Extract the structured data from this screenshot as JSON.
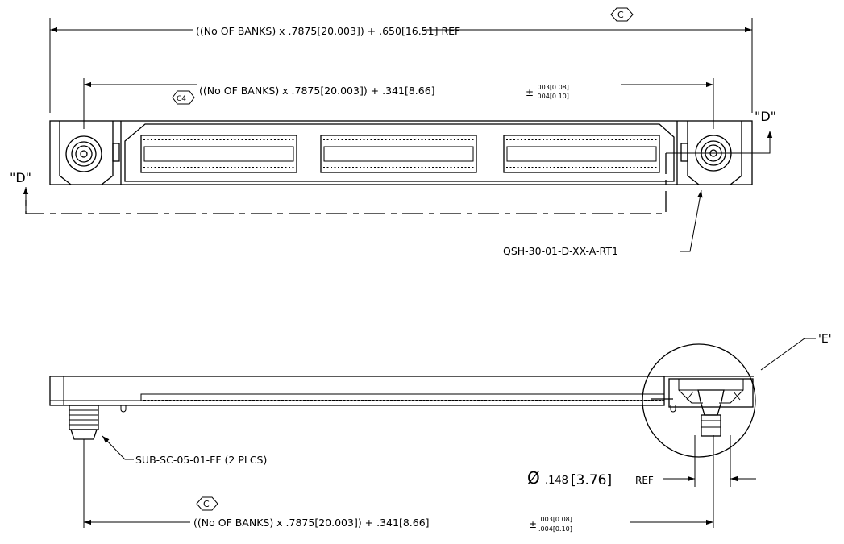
{
  "dimensions": {
    "overall_ref": "((No OF BANKS) x .7875[20.003]) + .650[16.51] REF",
    "overall_tag": "C",
    "mounting": "((No OF BANKS) x .7875[20.003]) + .341[8.66]",
    "mounting_tag": "C4",
    "tol_plus_minus": "±",
    "tol_upper": ".003[0.08]",
    "tol_lower": ".004[0.10]",
    "bottom": "((No OF BANKS) x .7875[20.003]) + .341[8.66]",
    "bottom_tag": "C",
    "dia_symbol": "Ø",
    "dia_value": ".148",
    "dia_metric": "[3.76]",
    "dia_ref": "REF"
  },
  "labels": {
    "view_d_left": "\"D\"",
    "view_d_right": "\"D\"",
    "part_number": "QSH-30-01-D-XX-A-RT1",
    "standoff": "SUB-SC-05-01-FF (2 PLCS)",
    "detail_e": "'E'"
  }
}
